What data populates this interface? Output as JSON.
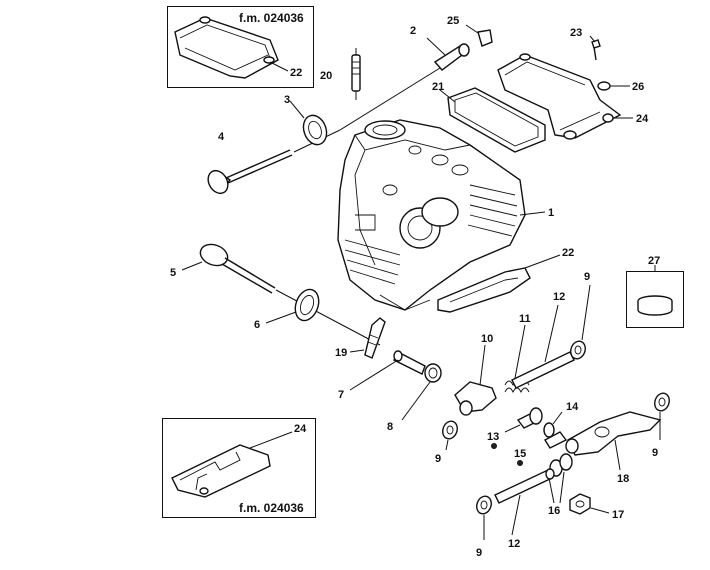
{
  "insets": {
    "top_left": {
      "code": "f.m. 024036",
      "part": "22"
    },
    "bottom_left": {
      "code": "f.m. 024036",
      "part": "24"
    },
    "right": {
      "part": "27"
    }
  },
  "labels": {
    "p1": "1",
    "p2": "2",
    "p3": "3",
    "p4": "4",
    "p5": "5",
    "p6": "6",
    "p7": "7",
    "p8": "8",
    "p9a": "9",
    "p9b": "9",
    "p9c": "9",
    "p9d": "9",
    "p10": "10",
    "p11": "11",
    "p12a": "12",
    "p12b": "12",
    "p13": "13",
    "p14": "14",
    "p15": "15",
    "p16": "16",
    "p17": "17",
    "p18": "18",
    "p19": "19",
    "p20": "20",
    "p21": "21",
    "p22": "22",
    "p23": "23",
    "p24": "24",
    "p25": "25",
    "p26": "26"
  }
}
